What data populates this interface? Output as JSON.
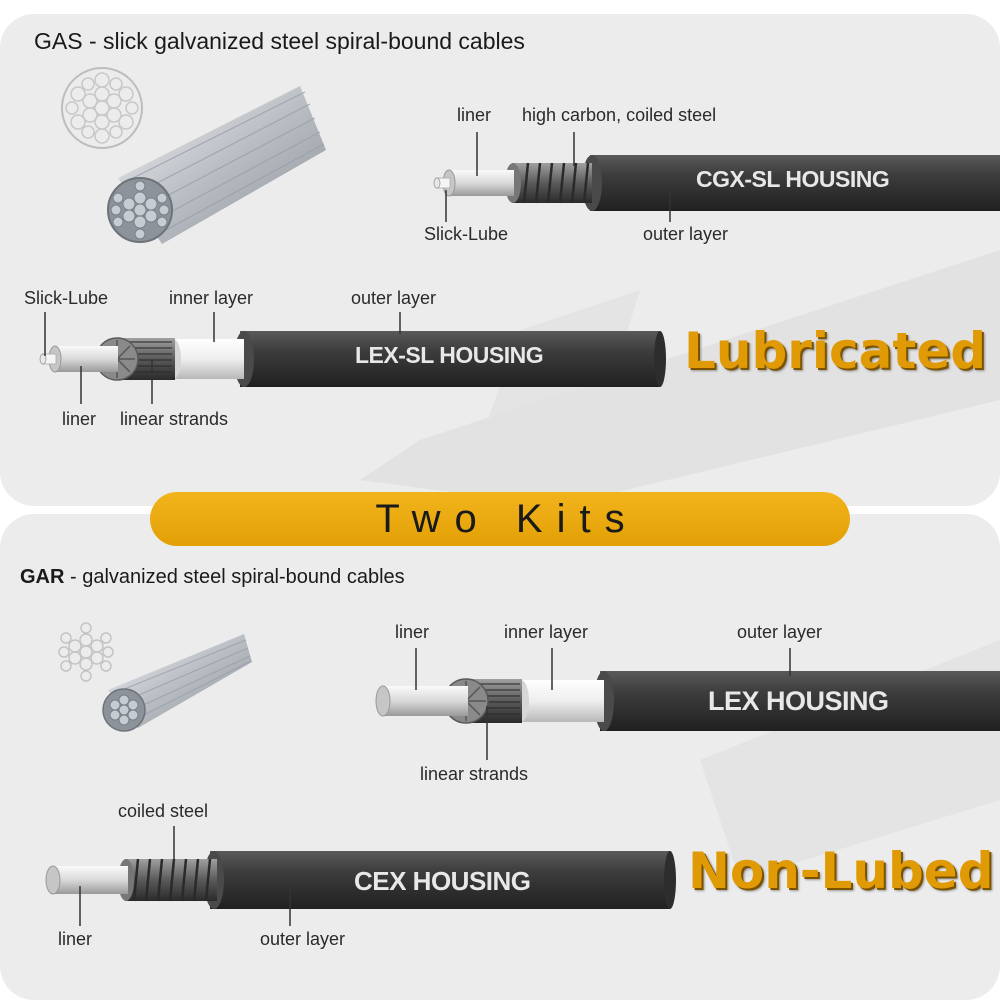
{
  "top": {
    "heading": "GAS - slick galvanized steel spiral-bound cables",
    "cgx": {
      "housing_label": "CGX-SL HOUSING",
      "liner": "liner",
      "high_carbon": "high carbon, coiled steel",
      "slick_lube": "Slick-Lube",
      "outer_layer": "outer layer"
    },
    "lex_sl": {
      "housing_label": "LEX-SL HOUSING",
      "slick_lube": "Slick-Lube",
      "inner_layer": "inner layer",
      "outer_layer": "outer layer",
      "liner": "liner",
      "linear_strands": "linear strands"
    },
    "badge": "Lubricated"
  },
  "divider": {
    "label": "Two Kits"
  },
  "bottom": {
    "heading_bold": "GAR",
    "heading_rest": " - galvanized steel spiral-bound cables",
    "lex": {
      "housing_label": "LEX HOUSING",
      "liner": "liner",
      "inner_layer": "inner layer",
      "outer_layer": "outer layer",
      "linear_strands": "linear strands"
    },
    "cex": {
      "housing_label": "CEX HOUSING",
      "coiled_steel": "coiled steel",
      "liner": "liner",
      "outer_layer": "outer layer"
    },
    "badge": "Non-Lubed"
  },
  "colors": {
    "accent": "#e3a006",
    "badge_text": "#e09a06",
    "housing": "#3a3a3a",
    "panel": "#ececec"
  }
}
